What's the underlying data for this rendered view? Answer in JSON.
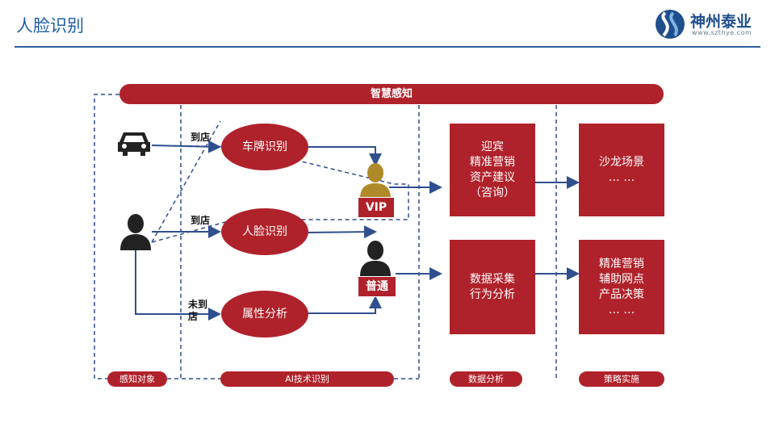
{
  "header": {
    "title": "人脸识别"
  },
  "logo": {
    "name": "神州泰业",
    "url": "www.szthye.com"
  },
  "diagram": {
    "banner": "智慧感知",
    "columns": {
      "perception": "感知对象",
      "ai": "AI技术识别",
      "analysis": "数据分析",
      "strategy": "策略实施"
    },
    "recognition": {
      "plate": "车牌识别",
      "face": "人脸识别",
      "attribute": "属性分析"
    },
    "edge_labels": {
      "car_arrived": "到店",
      "person_arrived": "到店",
      "not_arrived": "未到\n店"
    },
    "customers": {
      "vip": "VIP",
      "normal": "普通"
    },
    "analysis_boxes": {
      "vip_box": "迎宾\n精准营销\n资产建议\n（咨询）",
      "normal_box": "数据采集\n行为分析"
    },
    "strategy_boxes": {
      "vip_box": "沙龙场景\n… …",
      "normal_box": "精准营销\n辅助网点\n产品决策\n… …"
    }
  },
  "colors": {
    "accent_red": "#b0222b",
    "line_blue": "#2f4f8f",
    "title_blue": "#1f5fa8",
    "vip_gold": "#b08a2a"
  }
}
